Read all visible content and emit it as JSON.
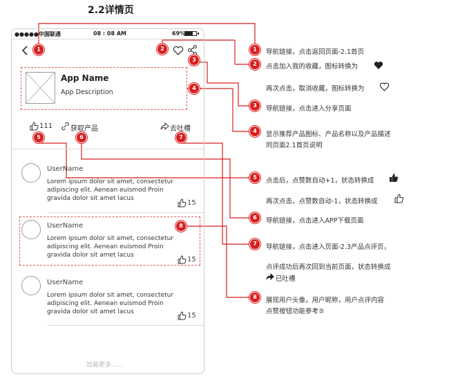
{
  "page_title": "2.2详情页",
  "status_bar": {
    "carrier": "●●●●●中国联通",
    "time": "08 : 08 AM",
    "battery": "69%",
    "battery_level": 0.69
  },
  "app_card": {
    "name": "App Name",
    "description": "App Description"
  },
  "actions": {
    "like_count": "111",
    "get_product": "获取产品",
    "complain": "去吐槽"
  },
  "comments": [
    {
      "username": "UserName",
      "text": "Lorem ipsum dolor sit amet, consectetur adipiscing elit. Aenean euismod Proin gravida dolor sit amet lacus",
      "likes": "15"
    },
    {
      "username": "UserName",
      "text": "Lorem ipsum dolor sit amet, consectetur adipiscing elit. Aenean euismod Proin gravida dolor sit amet lacus",
      "likes": "15"
    },
    {
      "username": "UserName",
      "text": "Lorem ipsum dolor sit amet, consectetur adipiscing elit. Aenean euismod Proin gravida dolor sit amet lacus",
      "likes": "15"
    }
  ],
  "load_more": "加载更多......",
  "badges": [
    "1",
    "2",
    "3",
    "4",
    "5",
    "6",
    "7",
    "8"
  ],
  "notes": {
    "n1": "导航链接，点击返回页面-2.1首页",
    "n2a": "点击加入我的收藏，图标转换为",
    "n2b": "再次点击，取消收藏，图标转换为",
    "n3": "导航链接，点击进入分享页面",
    "n4a": "显示推荐产品图标、产品名称以及产品描述",
    "n4b": "同页面2.1首页说明",
    "n5a": "点击后，点赞数自动+1，状态转换成",
    "n5b": "再次点击，点赞数自动-1，状态转换成",
    "n6": "导航链接，点击进入APP下载页面",
    "n7a": "导航链接，点击进入页面-2.3产品点评页，",
    "n7b": "点评成功后再次回到当前页面，状态转换成",
    "n7c": "已吐槽",
    "n8a": "展现用户头像，用户昵称，用户点评内容",
    "n8b": "点赞按钮功能参考⑤"
  },
  "colors": {
    "accent": "#d81e1e",
    "dashed": "#e05a5a",
    "border": "#cfcfcf"
  }
}
